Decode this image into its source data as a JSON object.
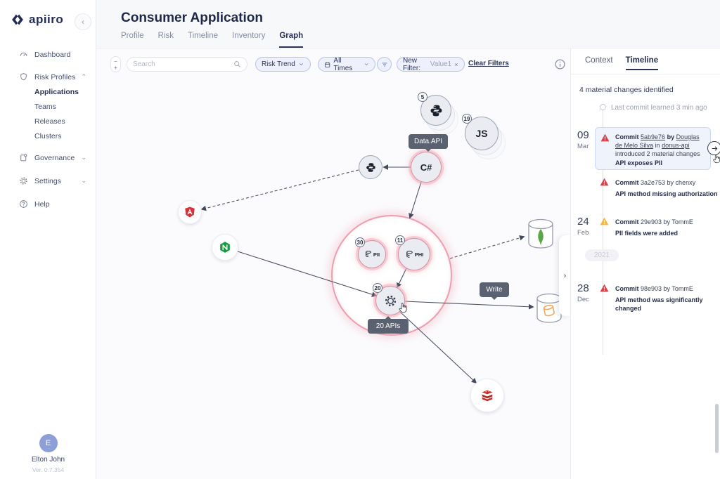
{
  "colors": {
    "accent_pink": "#ef9fb1",
    "risk_red": "#d8414a",
    "warn_yellow": "#f3b63f",
    "navy": "#232c54",
    "highlight_card": "#eef3fc"
  },
  "sidebar": {
    "logo_text": "apiiro",
    "items": {
      "dashboard": "Dashboard",
      "risk_profiles": "Risk Profiles",
      "applications": "Applications",
      "teams": "Teams",
      "releases": "Releases",
      "clusters": "Clusters",
      "governance": "Governance",
      "settings": "Settings",
      "help": "Help"
    },
    "user": {
      "initial": "E",
      "name": "Elton John",
      "version": "Ver. 0.7.354"
    }
  },
  "header": {
    "title": "Consumer Application",
    "tabs": [
      "Profile",
      "Risk",
      "Timeline",
      "Inventory",
      "Graph"
    ],
    "active_tab": "Graph"
  },
  "toolbar": {
    "zoom_in": "+",
    "zoom_out": "−",
    "search_placeholder": "Search",
    "risk_trend": "Risk Trend",
    "all_times": "All Times",
    "new_filter_label": "New Filter:",
    "new_filter_value": "Value1",
    "clear_filters": "Clear Filters"
  },
  "icons": {
    "collapse": "‹",
    "panel_handle": "›",
    "chev_up": "⌃",
    "chev_down": "⌄"
  },
  "graph": {
    "nodes": {
      "python_top": {
        "badge": "5"
      },
      "js": {
        "badge": "19",
        "label": "JS"
      },
      "csharp": {
        "label": "C#"
      },
      "pii": {
        "badge": "30",
        "label": "PII"
      },
      "phi": {
        "badge": "11",
        "label": "PHI"
      },
      "gear": {
        "badge": "20"
      }
    },
    "tooltips": {
      "data_api": "Data.API",
      "apis": "20 APIs",
      "write": "Write"
    }
  },
  "panel": {
    "tabs": {
      "context": "Context",
      "timeline": "Timeline"
    },
    "active_tab": "Timeline",
    "summary": "4 material changes identified",
    "last_commit": "Last commit learned 3 min ago",
    "year": "2021",
    "entries": [
      {
        "day": "09",
        "month": "Mar",
        "severity": "red",
        "commit_word": "Commit",
        "id": "5ab9e76",
        "by_word": "by",
        "author": "Douglas de Melo Silva",
        "in_word": "in",
        "repo": "donus-api",
        "suffix": "introduced 2 material changes",
        "risk": "API exposes PII"
      },
      {
        "severity": "red",
        "commit_word": "Commit",
        "meta": "3a2e753 by chenxy",
        "risk": "API method missing authorization"
      },
      {
        "day": "24",
        "month": "Feb",
        "severity": "yellow",
        "commit_word": "Commit",
        "meta": "29e903 by TommE",
        "risk": "PII fields were added"
      },
      {
        "day": "28",
        "month": "Dec",
        "severity": "red",
        "commit_word": "Commit",
        "meta": "98e903 by TommE",
        "risk": "API method was significantly changed"
      }
    ]
  }
}
